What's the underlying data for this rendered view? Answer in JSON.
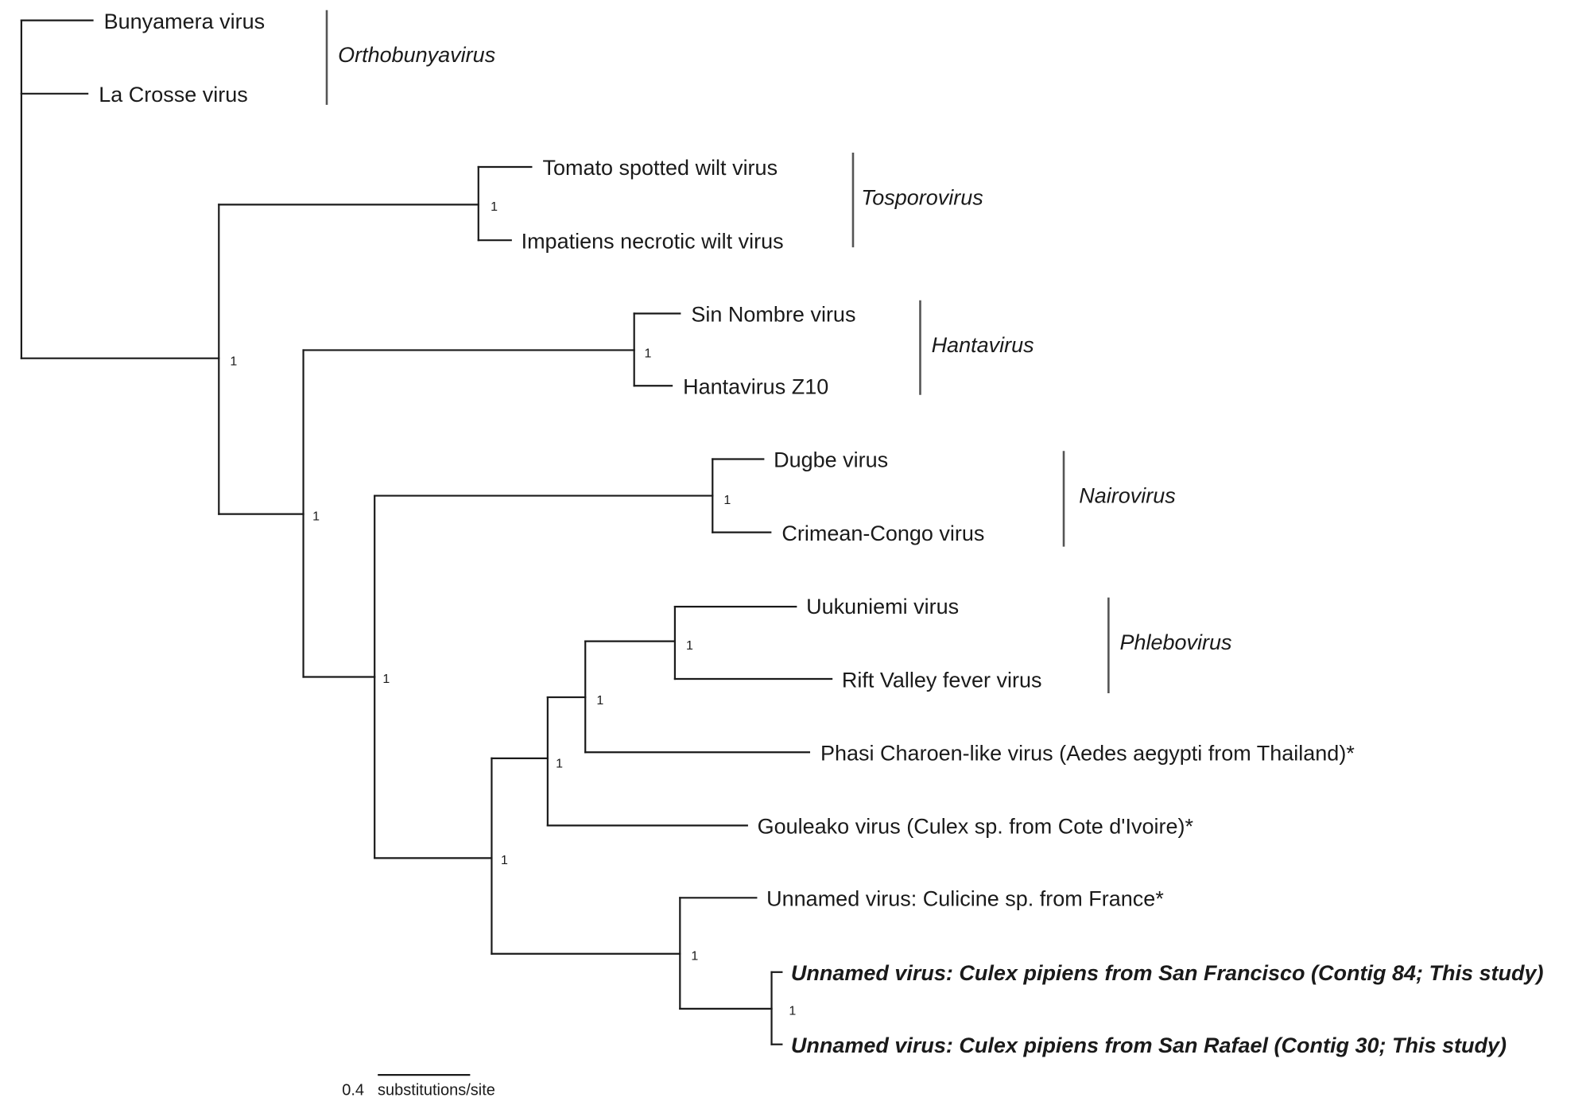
{
  "leaves": [
    {
      "label": "Bunyamera virus",
      "bold": false
    },
    {
      "label": "La Crosse virus",
      "bold": false
    },
    {
      "label": "Tomato spotted wilt virus",
      "bold": false
    },
    {
      "label": "Impatiens necrotic wilt virus",
      "bold": false
    },
    {
      "label": "Sin Nombre virus",
      "bold": false
    },
    {
      "label": "Hantavirus Z10",
      "bold": false
    },
    {
      "label": "Dugbe virus",
      "bold": false
    },
    {
      "label": "Crimean-Congo virus",
      "bold": false
    },
    {
      "label": "Uukuniemi virus",
      "bold": false
    },
    {
      "label": "Rift Valley fever virus",
      "bold": false
    },
    {
      "label": "Phasi Charoen-like virus (Aedes aegypti from Thailand)*",
      "bold": false
    },
    {
      "label": "Gouleako virus (Culex sp. from Cote d'Ivoire)*",
      "bold": false
    },
    {
      "label": "Unnamed virus: Culicine sp. from France*",
      "bold": false
    },
    {
      "label": "Unnamed virus: Culex pipiens from San Francisco (Contig 84; This study)",
      "bold": true
    },
    {
      "label": "Unnamed virus: Culex pipiens from San Rafael (Contig 30; This study)",
      "bold": true
    }
  ],
  "genera": [
    {
      "name": "Orthobunyavirus"
    },
    {
      "name": "Tosporovirus"
    },
    {
      "name": "Hantavirus"
    },
    {
      "name": "Nairovirus"
    },
    {
      "name": "Phlebovirus"
    }
  ],
  "support_values": [
    "1",
    "1",
    "1",
    "1",
    "1",
    "1",
    "1",
    "1",
    "1",
    "1",
    "1"
  ],
  "scale_bar": {
    "value": "0.4",
    "label": "substitutions/site"
  }
}
